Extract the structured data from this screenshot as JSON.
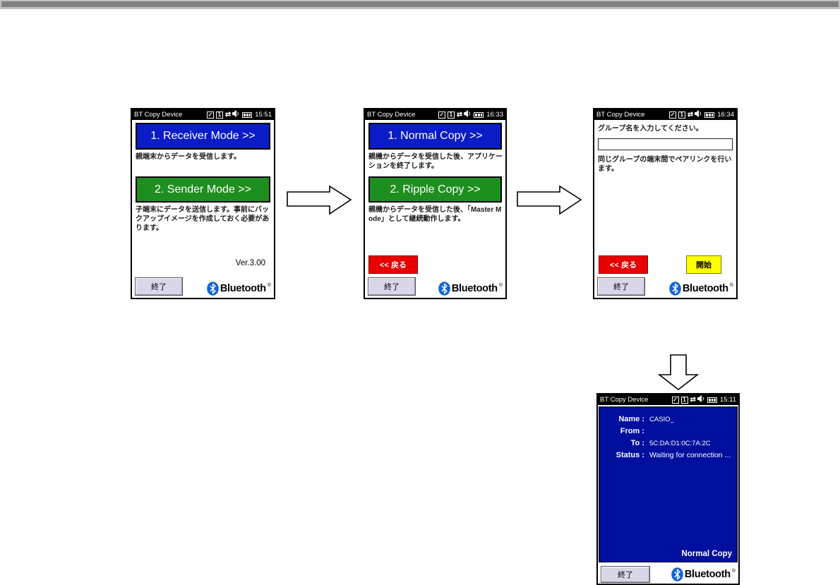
{
  "app": {
    "bluetooth_label": "Bluetooth",
    "bluetooth_reg": "®"
  },
  "icons": {
    "check": "✓",
    "sip": "1",
    "connectivity": "⇄"
  },
  "colors": {
    "blue_button": "#0a1cc6",
    "green_button": "#1e8e1e",
    "red_button": "#e80000",
    "yellow_button": "#ffff00",
    "gray_button": "#d9d6ea",
    "status_panel_blue": "#000f9e",
    "titlebar": "#000000",
    "bluetooth_blue": "#1464d2",
    "top_strip": "#808080"
  },
  "screens": {
    "mode_select": {
      "title": "BT Copy Device",
      "time": "15:51",
      "receiver_button": "1. Receiver Mode >>",
      "receiver_desc": "親端末からデータを受信します。",
      "sender_button": "2. Sender Mode >>",
      "sender_desc": "子端末にデータを送信します。事前にバックアップイメージを作成しておく必要があります。",
      "version": "Ver.3.00",
      "exit_button": "終了"
    },
    "copy_select": {
      "title": "BT Copy Device",
      "time": "16:33",
      "normal_button": "1. Normal Copy >>",
      "normal_desc": "親機からデータを受信した後、アプリケーションを終了します。",
      "ripple_button": "2. Ripple Copy >>",
      "ripple_desc": "親機からデータを受信した後、「Master Mode」として継続動作します。",
      "back_button": "<< 戻る",
      "exit_button": "終了"
    },
    "group_input": {
      "title": "BT Copy Device",
      "time": "16:34",
      "prompt": "グループ名を入力してください。",
      "input_value": "",
      "note": "同じグループの端末間でペアリンクを行います。",
      "back_button": "<< 戻る",
      "start_button": "開始",
      "exit_button": "終了"
    },
    "status": {
      "title": "BT Copy Device",
      "time": "15:11",
      "name_label": "Name :",
      "name_value": "CASIO_",
      "from_label": "From :",
      "from_value": "",
      "to_label": "To :",
      "to_value": "5C:DA:D1:0C:7A:2C",
      "status_label": "Status :",
      "status_value": "Waiting for connection ...",
      "mode_label": "Normal Copy",
      "exit_button": "終了"
    }
  }
}
